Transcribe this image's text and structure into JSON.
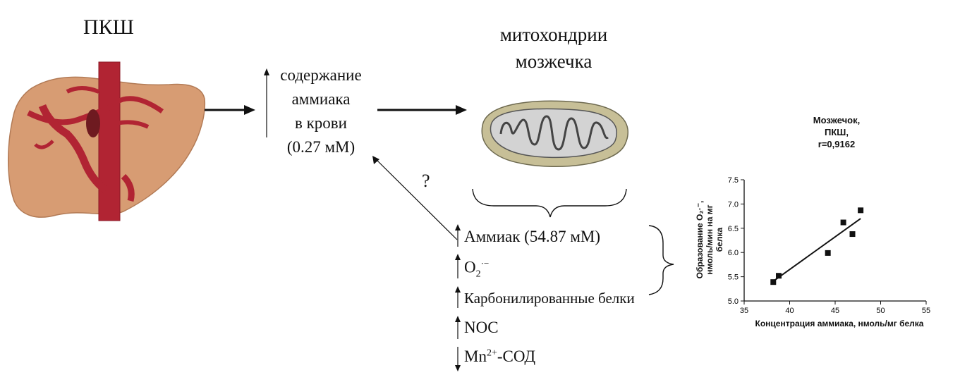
{
  "left": {
    "title": "ПКШ",
    "image": "liver-illustration"
  },
  "mito": {
    "title_line1": "митохондрии",
    "title_line2": "мозжечка",
    "image": "mitochondrion-illustration"
  },
  "blood": {
    "line1": "содержание",
    "line2": "аммиака",
    "line3": "в крови",
    "line4": "(0.27 мМ)"
  },
  "question": "?",
  "effects": [
    {
      "direction": "up",
      "text": "Аммиак (54.87 мМ)"
    },
    {
      "direction": "up",
      "base": "O",
      "sub": "2",
      "sup": "·−"
    },
    {
      "direction": "up",
      "text": "Карбонилированные белки"
    },
    {
      "direction": "up",
      "text": "NOC"
    },
    {
      "direction": "down",
      "base": "Mn",
      "sup": "2+",
      "suffix": "-СОД"
    }
  ],
  "chart_data": {
    "type": "scatter",
    "title": "Мозжечок, ПКШ, r=0,9162",
    "title_lines": [
      "Мозжечок,",
      "ПКШ,",
      "r=0,9162"
    ],
    "xlabel": "Концентрация аммиака, нмоль/мг белка",
    "ylabel_lines": [
      "Образование O₂·⁻,",
      "нмоль/мин на мг",
      "белка"
    ],
    "xlim": [
      35,
      55
    ],
    "ylim": [
      5.0,
      7.5
    ],
    "xticks": [
      "35",
      "40",
      "45",
      "50",
      "55"
    ],
    "yticks": [
      "5.0",
      "5.5",
      "6.0",
      "6.5",
      "7.0",
      "7.5"
    ],
    "points": [
      {
        "x": 38.2,
        "y": 5.39
      },
      {
        "x": 38.8,
        "y": 5.52
      },
      {
        "x": 44.2,
        "y": 5.99
      },
      {
        "x": 45.9,
        "y": 6.62
      },
      {
        "x": 46.9,
        "y": 6.38
      },
      {
        "x": 47.8,
        "y": 6.87
      }
    ],
    "fit_line": [
      {
        "x": 38.0,
        "y": 5.38
      },
      {
        "x": 47.8,
        "y": 6.7
      }
    ],
    "grid": false,
    "marker": "square"
  }
}
